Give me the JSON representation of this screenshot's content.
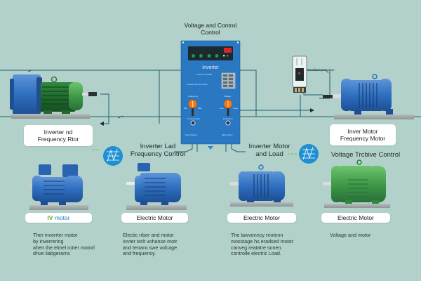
{
  "diagram": {
    "control_panel": {
      "title_line1": "Voltage and Control",
      "title_line2": "Control",
      "brand": "Inverter",
      "subtitle": "Inverter unit 380",
      "info_text": "Inverter drive Function",
      "knob_left_label": "Frequency",
      "knob_right_label": "Voltage",
      "knob_left_min": "Min",
      "knob_left_max": "Max",
      "knob_right_min": "Low",
      "knob_right_max": "Load",
      "button_left_label": "Control Mode",
      "button_right_label": "Protection",
      "footer_left": "Input  Output",
      "footer_right": "Motor  Drive",
      "colors": {
        "panel": "#2a78c2",
        "display": "#1d2a2d",
        "indicator_on": "#1e9b5a",
        "alarm": "#d8262a",
        "knob": "#f07a1a"
      }
    },
    "breaker": {
      "label": "Residual protection"
    },
    "top_left": {
      "label_line1": "Inverter nd",
      "label_line2": "Frequency Rtor"
    },
    "top_right": {
      "label_line1": "Inver Motor",
      "label_line2": "Frequency Motor"
    },
    "mid_captions": {
      "left_line1": "Inverter Lad",
      "left_line2": "Frequency Control",
      "right_line1": "Inverter Motor",
      "right_line2": "and Load",
      "far_right": "Voltage Trcbive Control"
    },
    "bottom_motors": [
      {
        "label_prefix": "IV",
        "label_suffix": "motor",
        "desc": [
          "Ther inverrter motor",
          "by inverrering",
          "ahen the elmel rotter motorl",
          "drive liabgerams"
        ]
      },
      {
        "label": "Electric Motor",
        "desc": [
          "Electic rrber and motor",
          "Invter torlt vohanse motr",
          "and tenwro swe volcage",
          "and frequency."
        ]
      },
      {
        "label": "Electric Motor",
        "desc": [
          "The lawvenncy rnotenn",
          "mosstage hs eradsed motor",
          "canveg reatatre sonen.",
          "controlle electric Load."
        ]
      },
      {
        "label": "Electric Motor",
        "desc": [
          "Voltage and motor"
        ]
      }
    ],
    "colors": {
      "background": "#b2d1ca",
      "blue_motor": "#2f6fc0",
      "green_motor": "#3f9a48",
      "wire": "#1e5f73",
      "icon_circle": "#1e8fd2"
    }
  }
}
